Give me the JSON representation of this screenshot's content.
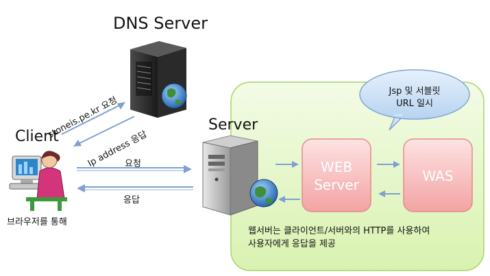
{
  "dns_server": {
    "label": "DNS Server"
  },
  "client": {
    "label": "Client",
    "caption": "브라우저를 통해"
  },
  "server": {
    "label": "Server"
  },
  "dns_request": {
    "label": "stoneis.pe.kr 요청"
  },
  "dns_response": {
    "label": "Ip address 응답"
  },
  "request": {
    "label": "요청"
  },
  "response": {
    "label": "응답"
  },
  "web_server": {
    "line1": "WEB",
    "line2": "Server"
  },
  "was": {
    "label": "WAS"
  },
  "bubble": {
    "line1": "Jsp 및 서블릿",
    "line2": "URL 일시"
  },
  "description": {
    "line1": "웹서버는 클라이언트/서버와의 HTTP를 사용하여",
    "line2": "사용자에게 응답을 제공"
  },
  "colors": {
    "panel": "#e6f7c8",
    "panel_border": "#a6d46a",
    "box_fill": "#f7b9b9",
    "box_border": "#e48a8a",
    "bubble_fill": "#cfe3f7",
    "bubble_border": "#7fa7cf",
    "arrow": "#7f9fcf"
  }
}
